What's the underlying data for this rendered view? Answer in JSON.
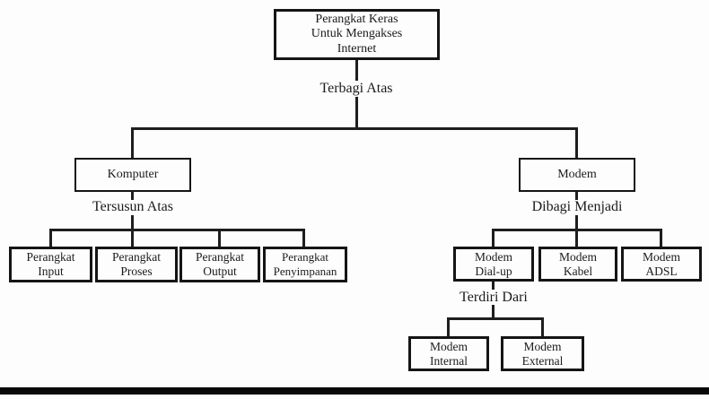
{
  "diagram_title": "Perangkat Keras Untuk Mengakses Internet",
  "nodes": {
    "root": "Perangkat Keras\nUntuk Mengakses\nInternet",
    "komputer": "Komputer",
    "modem": "Modem",
    "perangkat_input": "Perangkat\nInput",
    "perangkat_proses": "Perangkat\nProses",
    "perangkat_output": "Perangkat\nOutput",
    "perangkat_penyimpanan": "Perangkat\nPenyimpanan",
    "modem_dialup": "Modem\nDial-up",
    "modem_kabel": "Modem\nKabel",
    "modem_adsl": "Modem\nADSL",
    "modem_internal": "Modem\nInternal",
    "modem_external": "Modem\nExternal"
  },
  "edge_labels": {
    "terbagi_atas": "Terbagi Atas",
    "tersusun_atas": "Tersusun Atas",
    "dibagi_menjadi": "Dibagi Menjadi",
    "terdiri_dari": "Terdiri Dari"
  },
  "colors": {
    "line": "#1e1e1e",
    "box_border": "#151515",
    "box_fill": "#fdfdfd",
    "text": "#1b1b1b",
    "background": "#fdfdfd",
    "bottom_bar": "#080808"
  }
}
